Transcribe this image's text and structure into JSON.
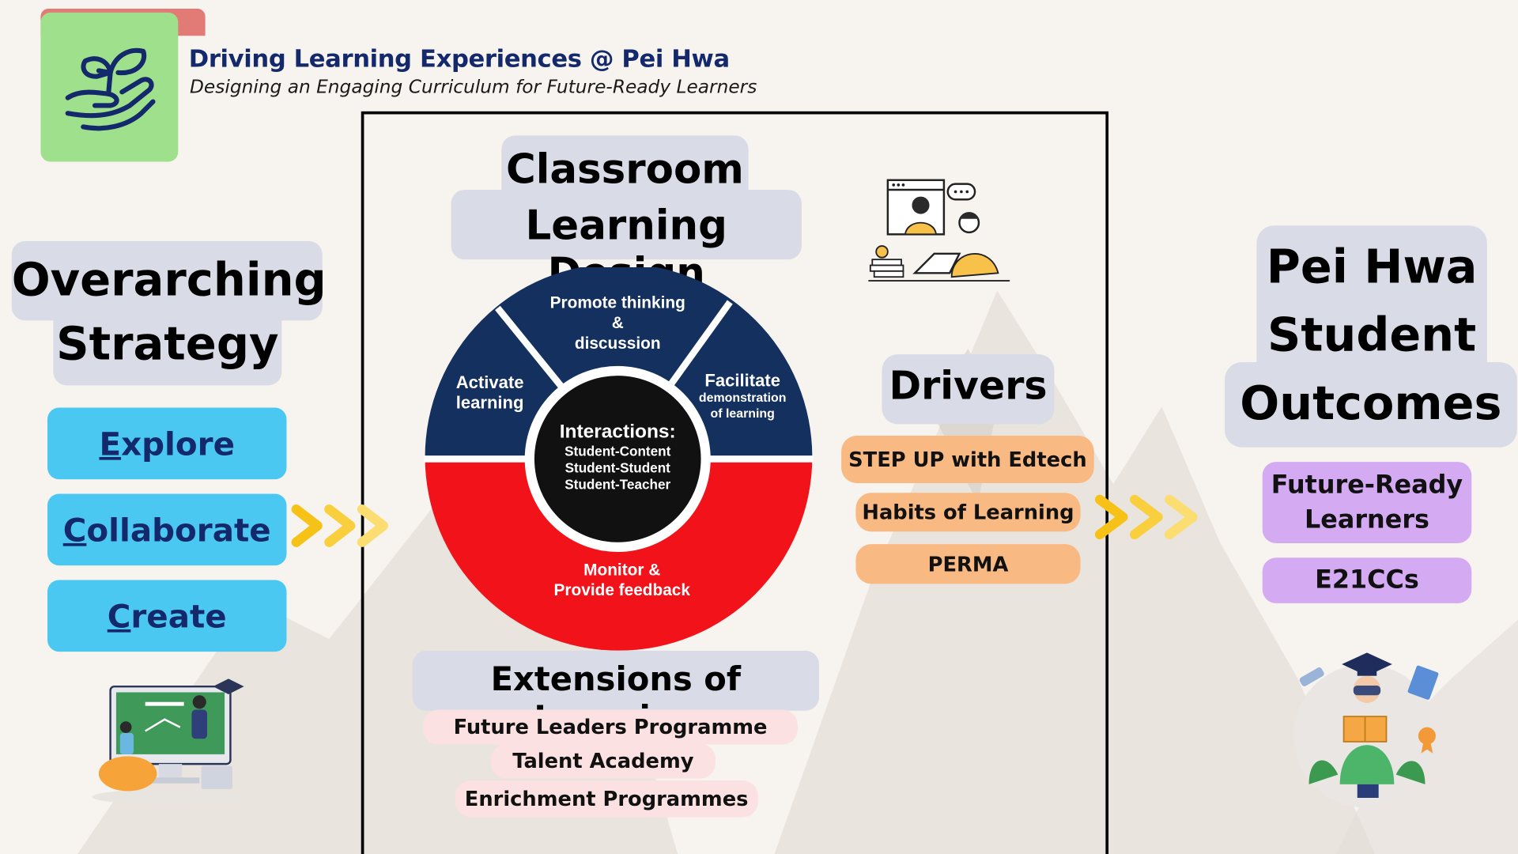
{
  "header": {
    "title": "Driving Learning Experiences @ Pei Hwa",
    "subtitle": "Designing an Engaging Curriculum for Future-Ready Learners"
  },
  "strategy": {
    "heading_line1": "Overarching",
    "heading_line2": "Strategy",
    "items": [
      {
        "first": "E",
        "rest": "xplore"
      },
      {
        "first": "C",
        "rest": "ollaborate"
      },
      {
        "first": "C",
        "rest": "reate"
      }
    ]
  },
  "design": {
    "heading_line1": "Classroom",
    "heading_line2": "Learning Design",
    "wheel": {
      "center_title": "Interactions:",
      "center_lines": [
        "Student-Content",
        "Student-Student",
        "Student-Teacher"
      ],
      "segments": {
        "activate": [
          "Activate",
          "learning"
        ],
        "promote": [
          "Promote thinking",
          "&",
          "discussion"
        ],
        "facilitate_title": "Facilitate",
        "facilitate_small": [
          "demonstration",
          "of learning"
        ],
        "monitor": [
          "Monitor &",
          "Provide feedback"
        ]
      }
    },
    "extensions_heading": "Extensions of Learning",
    "extensions": [
      "Future Leaders Programme",
      "Talent Academy",
      "Enrichment Programmes"
    ]
  },
  "drivers": {
    "heading": "Drivers",
    "items": [
      "STEP UP with Edtech",
      "Habits of Learning",
      "PERMA"
    ]
  },
  "outcomes": {
    "heading_line1": "Pei Hwa",
    "heading_line2": "Student",
    "heading_line3": "Outcomes",
    "item1_line1": "Future-Ready",
    "item1_line2": "Learners",
    "item2": "E21CCs"
  },
  "colors": {
    "navy": "#14305f",
    "red": "#f2131a",
    "black": "#111111",
    "blue_button": "#4ac8f2",
    "orange_pill": "#f8b982",
    "purple_pill": "#d4aaf3",
    "pink_pill": "#fbe1e1",
    "label_bg": "#d9dbe6",
    "arrow_yellow": "#f7c218",
    "logo_green": "#9ee08c"
  },
  "icons": [
    "sprout-hand-icon",
    "chevron-arrow-icon",
    "online-teaching-illustration",
    "classroom-computer-illustration",
    "graduate-student-illustration"
  ]
}
